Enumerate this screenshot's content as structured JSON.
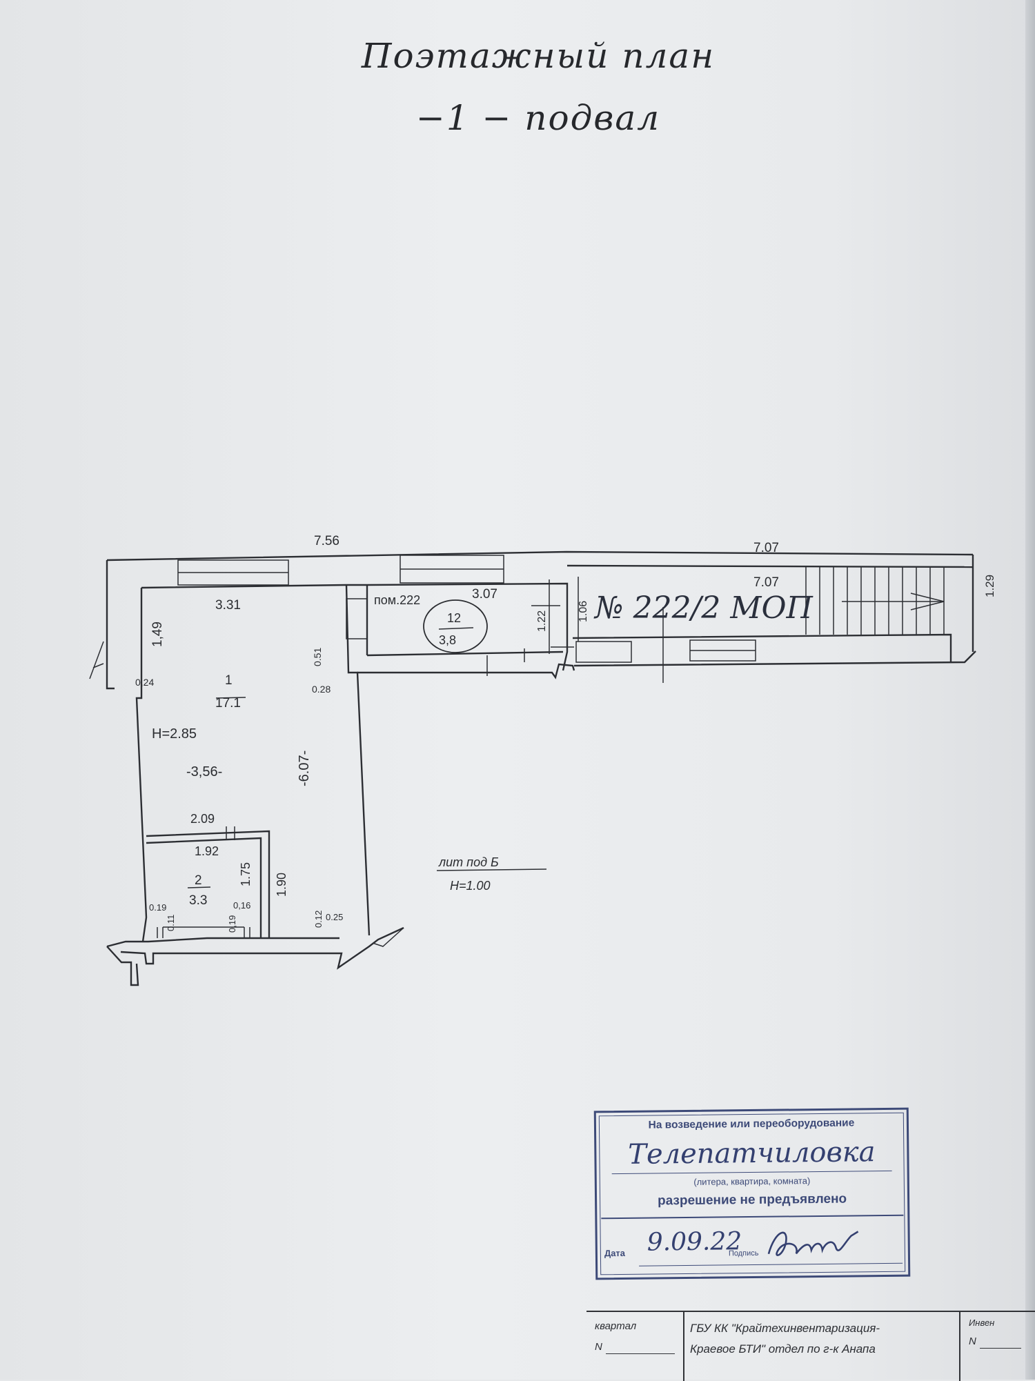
{
  "title": {
    "line1": "Поэтажный план",
    "line2": "−1 − подвал"
  },
  "plan": {
    "dims": {
      "top_left": "7.56",
      "top_right": "7.07",
      "stair_len": "7.07",
      "stair_width": "1.29",
      "room1_top": "3.31",
      "room1_left": "1,49",
      "wall_024": "0,24",
      "wall_051": "0.51",
      "wall_028": "0.28",
      "room1_width": "-3,56-",
      "room1_length": "-6.07-",
      "corr_len": "3.07",
      "corr_122": "1.22",
      "corr_106": "1.06",
      "room2_top_outer": "2.09",
      "room2_top": "1.92",
      "room2_side": "1.75",
      "right_190": "1.90",
      "w_019a": "0.19",
      "w_011": "0.11",
      "w_019b": "0,19",
      "w_016": "0,16",
      "w_012": "0.12",
      "w_025": "0.25"
    },
    "rooms": {
      "room1_number": "1",
      "room1_area": "17.1",
      "room1_height": "H=2.85",
      "room2_number": "2",
      "room2_area": "3.3",
      "room12_number": "12",
      "room12_area": "3,8",
      "pom": "пом.222"
    },
    "handwritten_note": "№ 222/2 МОП",
    "lit_label": "лит под Б",
    "lit_height": "H=1.00"
  },
  "stamp": {
    "heading": "На возведение или переоборудование",
    "name": "Телепатчиловка",
    "caption": "(литера, квартира, комната)",
    "status": "разрешение не предъявлено",
    "date_label": "Дата",
    "date_value": "9.09.22",
    "sign_label": "Подпись",
    "ink_color": "#3d4a78"
  },
  "footer": {
    "kvartal_label": "квартал",
    "kvartal_no": "N",
    "org_line1": "ГБУ КК \"Крайтехинвентаризация-",
    "org_line2": "Краевое БТИ\" отдел по г-к Анапа",
    "inv_label": "Инвен",
    "inv_no": "N"
  }
}
